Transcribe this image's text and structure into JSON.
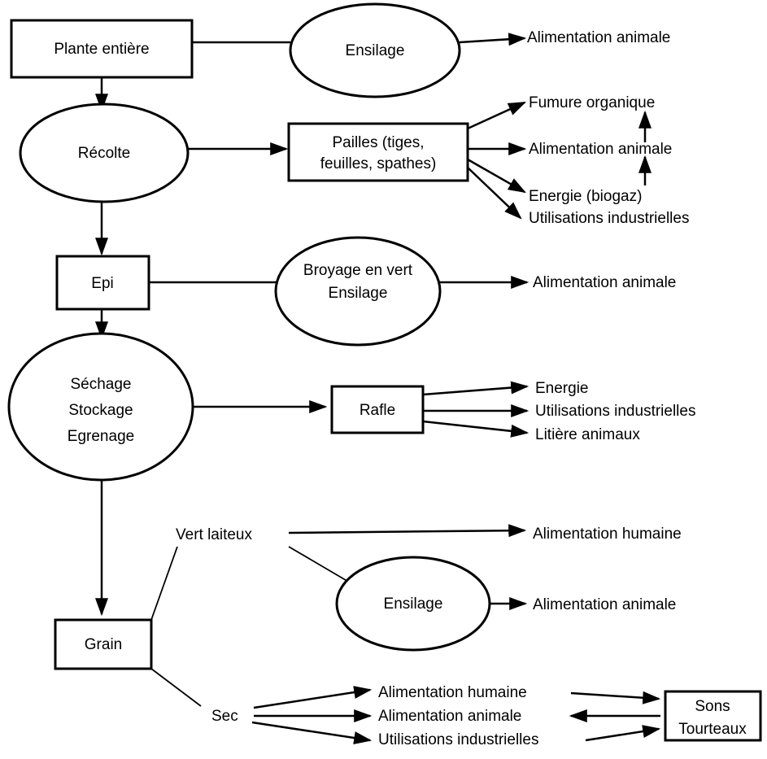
{
  "nodes": {
    "plante_entiere": "Plante entière",
    "ensilage_top": "Ensilage",
    "recolte": "Récolte",
    "pailles": [
      "Pailles (tiges,",
      "feuilles, spathes)"
    ],
    "epi": "Epi",
    "broyage": [
      "Broyage en vert",
      "Ensilage"
    ],
    "sechage": [
      "Séchage",
      "Stockage",
      "Egrenage"
    ],
    "rafle": "Rafle",
    "grain": "Grain",
    "vert_laiteux": "Vert laiteux",
    "ensilage_bottom": "Ensilage",
    "sec": "Sec",
    "sons_tourteaux": [
      "Sons",
      "Tourteaux"
    ]
  },
  "outputs": {
    "ensilage_top": "Alimentation animale",
    "pailles": [
      "Fumure organique",
      "Alimentation animale",
      "Energie (biogaz)",
      "Utilisations industrielles"
    ],
    "broyage": "Alimentation animale",
    "rafle": [
      "Energie",
      "Utilisations industrielles",
      "Litière animaux"
    ],
    "vert_laiteux": "Alimentation humaine",
    "ensilage_bottom": "Alimentation animale",
    "sec": [
      "Alimentation humaine",
      "Alimentation animale",
      "Utilisations industrielles"
    ]
  }
}
